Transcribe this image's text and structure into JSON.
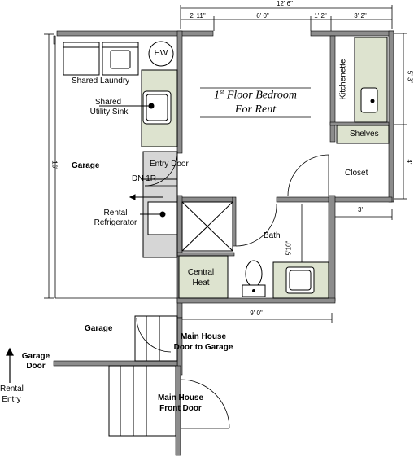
{
  "title": {
    "line1_pre": "1",
    "line1_sup": "st",
    "line1_post": " Floor Bedroom",
    "line2": "For Rent"
  },
  "rooms": {
    "shared_laundry": "Shared Laundry",
    "hw": "HW",
    "shared_utility_sink_1": "Shared",
    "shared_utility_sink_2": "Utility Sink",
    "garage_upper": "Garage",
    "entry_door": "Entry Door",
    "dn_1r": "DN 1R",
    "rental_refrigerator_1": "Rental",
    "rental_refrigerator_2": "Refrigerator",
    "kitchenette": "Kitchenette",
    "shelves": "Shelves",
    "closet": "Closet",
    "bath": "Bath",
    "central_heat_1": "Central",
    "central_heat_2": "Heat",
    "garage_lower": "Garage",
    "main_house_door_garage_1": "Main House",
    "main_house_door_garage_2": "Door to Garage",
    "garage_door_1": "Garage",
    "garage_door_2": "Door",
    "rental_entry_1": "Rental",
    "rental_entry_2": "Entry",
    "main_house_front_door_1": "Main House",
    "main_house_front_door_2": "Front Door"
  },
  "dimensions": {
    "overall_width": "12' 6\"",
    "seg_1": "2' 11\"",
    "seg_2": "6' 0\"",
    "seg_3": "1' 2\"",
    "seg_4": "3' 2\"",
    "right_upper": "5' 3\"",
    "right_lower": "4'",
    "closet_width": "3'",
    "bath_height": "5'10\"",
    "bottom_width": "9' 0\"",
    "garage_depth": "16'"
  },
  "colors": {
    "wall": "#8c8c8c",
    "fixture": "#dde3cf",
    "line": "#000000"
  }
}
